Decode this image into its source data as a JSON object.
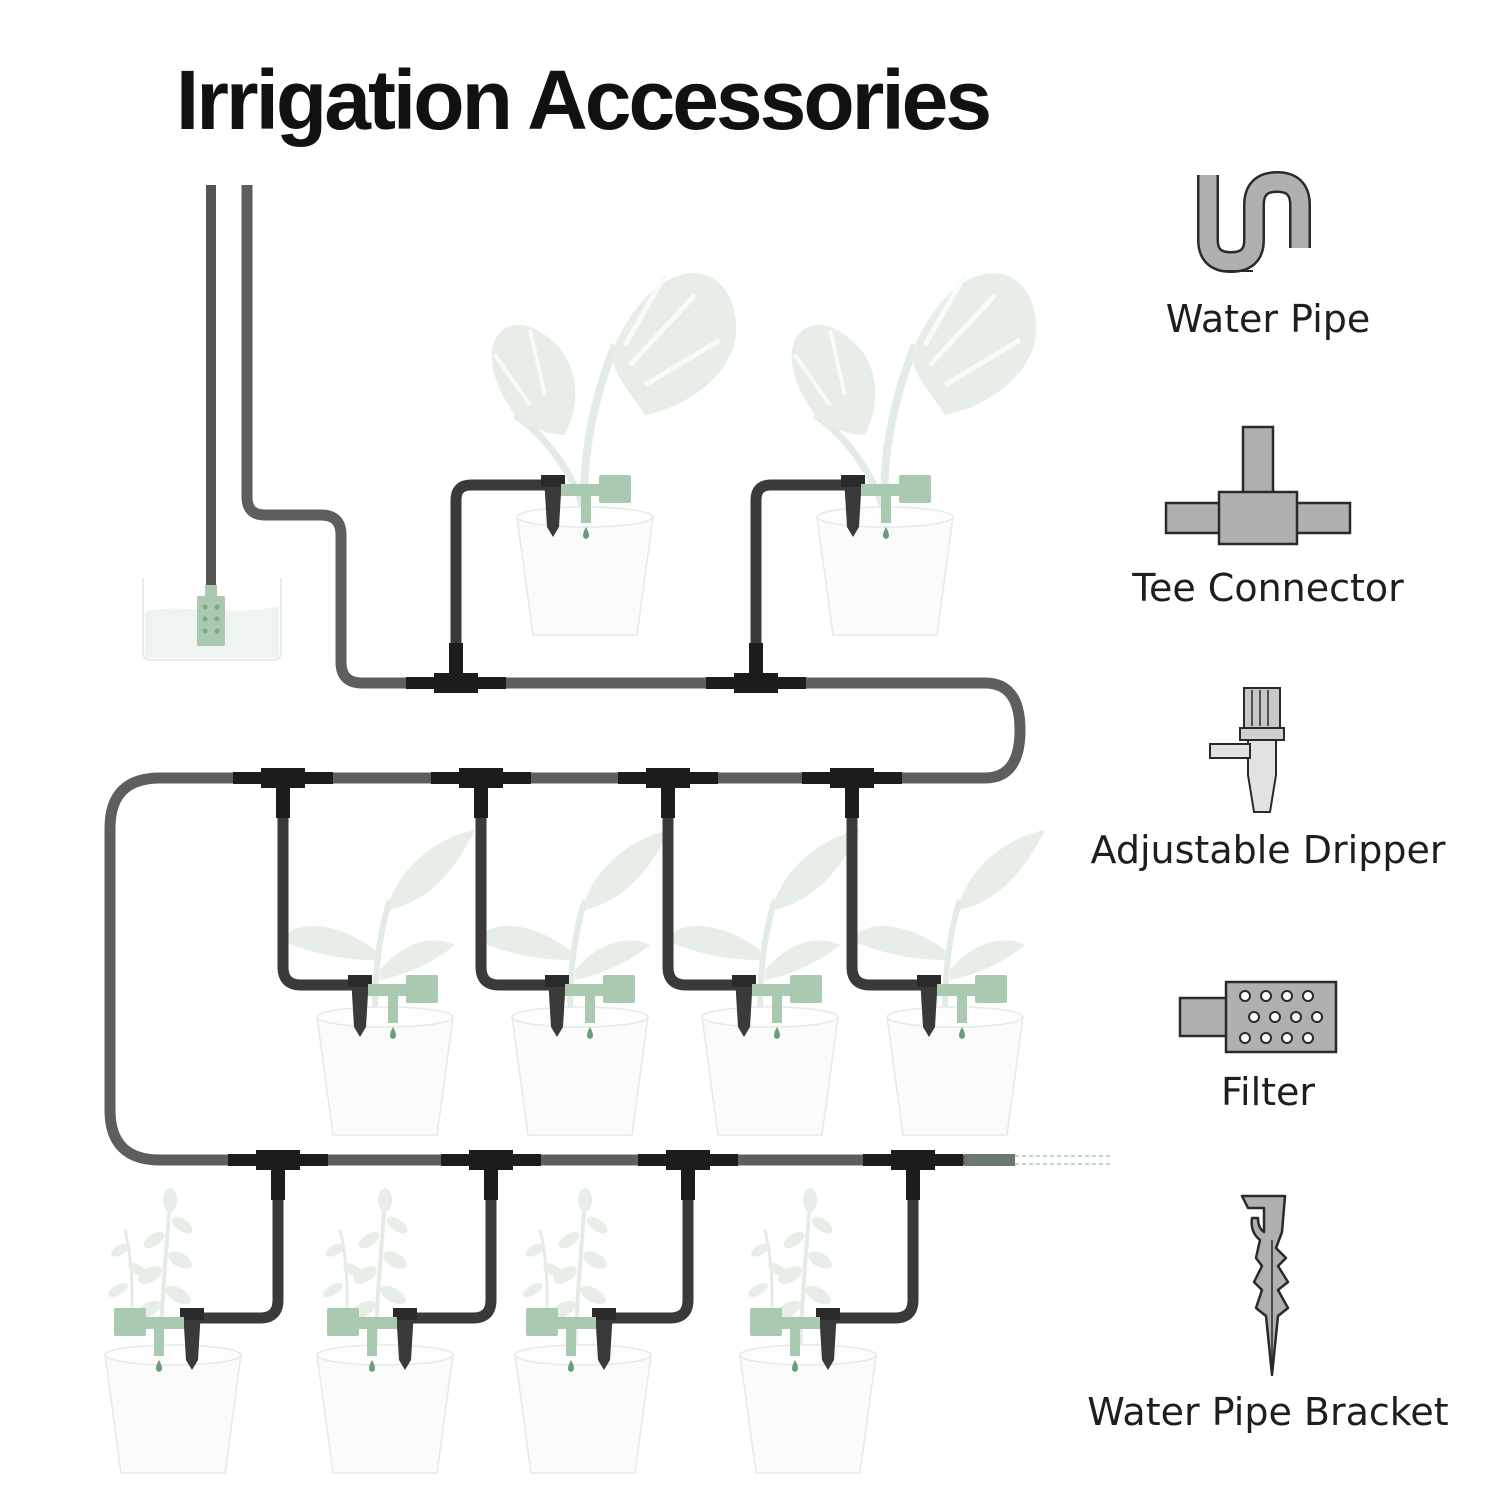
{
  "title": "Irrigation Accessories",
  "legend": [
    {
      "label": "Water Pipe",
      "icon": "water-pipe-icon"
    },
    {
      "label": "Tee Connector",
      "icon": "tee-connector-icon"
    },
    {
      "label": "Adjustable Dripper",
      "icon": "adjustable-dripper-icon"
    },
    {
      "label": "Filter",
      "icon": "filter-icon"
    },
    {
      "label": "Water Pipe Bracket",
      "icon": "water-pipe-bracket-icon"
    }
  ],
  "colors": {
    "pipe_dark": "#3a3a3a",
    "pipe_mid": "#666666",
    "connector": "#1c1c1c",
    "dripper_green": "#a9c9b1",
    "plant": "#e7eee8",
    "pot": "#fafafa",
    "icon_fill": "#b0b0b0"
  }
}
